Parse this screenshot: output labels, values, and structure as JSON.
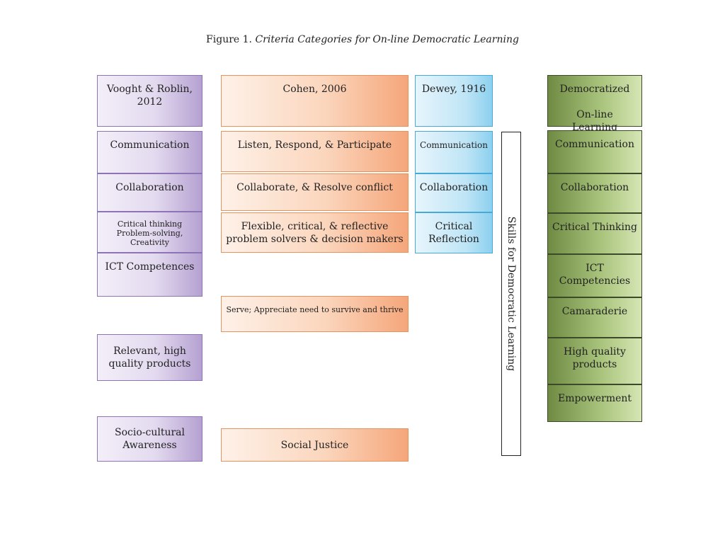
{
  "caption": {
    "prefix": "Figure 1.",
    "title": "Criteria Categories for On-line Democratic Learning"
  },
  "columns": {
    "vooght": {
      "header": "Vooght & Roblin, 2012",
      "items": [
        "Communication",
        "Collaboration",
        "Critical thinking Problem-solving, Creativity",
        "ICT Competences",
        "Relevant, high quality products",
        "Socio-cultural Awareness"
      ]
    },
    "cohen": {
      "header": "Cohen, 2006",
      "items": [
        "Listen, Respond, & Participate",
        "Collaborate, & Resolve conflict",
        "Flexible, critical, & reflective problem solvers & decision makers",
        "Serve; Appreciate need to survive and thrive",
        "Social Justice"
      ]
    },
    "dewey": {
      "header": "Dewey, 1916",
      "items": [
        "Communication",
        "Collaboration",
        "Critical Reflection"
      ]
    },
    "democratized": {
      "header_line1": "Democratized",
      "header_line2": "On-line Learning",
      "items": [
        "Communication",
        "Collaboration",
        "Critical Thinking",
        "ICT Competencies",
        "Camaraderie",
        "High quality products",
        "Empowerment"
      ]
    }
  },
  "vertical_label": "Skills for Democratic Learning",
  "colors": {
    "purple": "#8e73b5",
    "orange": "#e8935e",
    "blue": "#47a9d8",
    "green": "#6f8a42"
  }
}
